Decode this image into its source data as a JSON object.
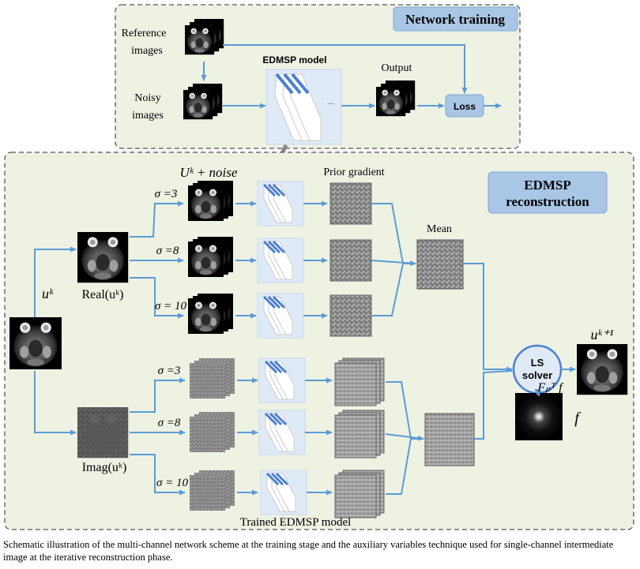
{
  "training": {
    "title": "Network training",
    "reference_label": [
      "Reference",
      "images"
    ],
    "noisy_label": [
      "Noisy",
      "images"
    ],
    "model_label": "EDMSP model",
    "output_label": "Output",
    "loss_label": "Loss"
  },
  "reconstruction": {
    "title": [
      "EDMSP",
      "reconstruction"
    ],
    "noise_label": "Uᵏ + noise",
    "prior_label": "Prior gradient",
    "mean_label": "Mean",
    "real_label": "Real(uᵏ)",
    "imag_label": "Imag(uᵏ)",
    "input_label": "uᵏ",
    "sigma_real": [
      "σ =3",
      "σ =8",
      "σ = 10"
    ],
    "sigma_imag": [
      "σ =3",
      "σ =8",
      "σ = 10"
    ],
    "ls_label": [
      "LS",
      "solver"
    ],
    "output_label": "uᵏ⁺¹",
    "fpf_label": "Fₚᵀ f",
    "f_label": "f",
    "trained_label": "Trained EDMSP model"
  },
  "caption": "Schematic illustration of the multi-channel network scheme at the training stage and the auxiliary variables technique used for single-channel intermediate image at the iterative reconstruction phase.",
  "colors": {
    "panel_fill": "#eef2e3",
    "panel_border": "#555555",
    "title_box": "#a9c6e6",
    "arrow": "#5b9bd5",
    "layer_blue": "#4a7fd0",
    "model_bg": "#dfeaf6"
  }
}
